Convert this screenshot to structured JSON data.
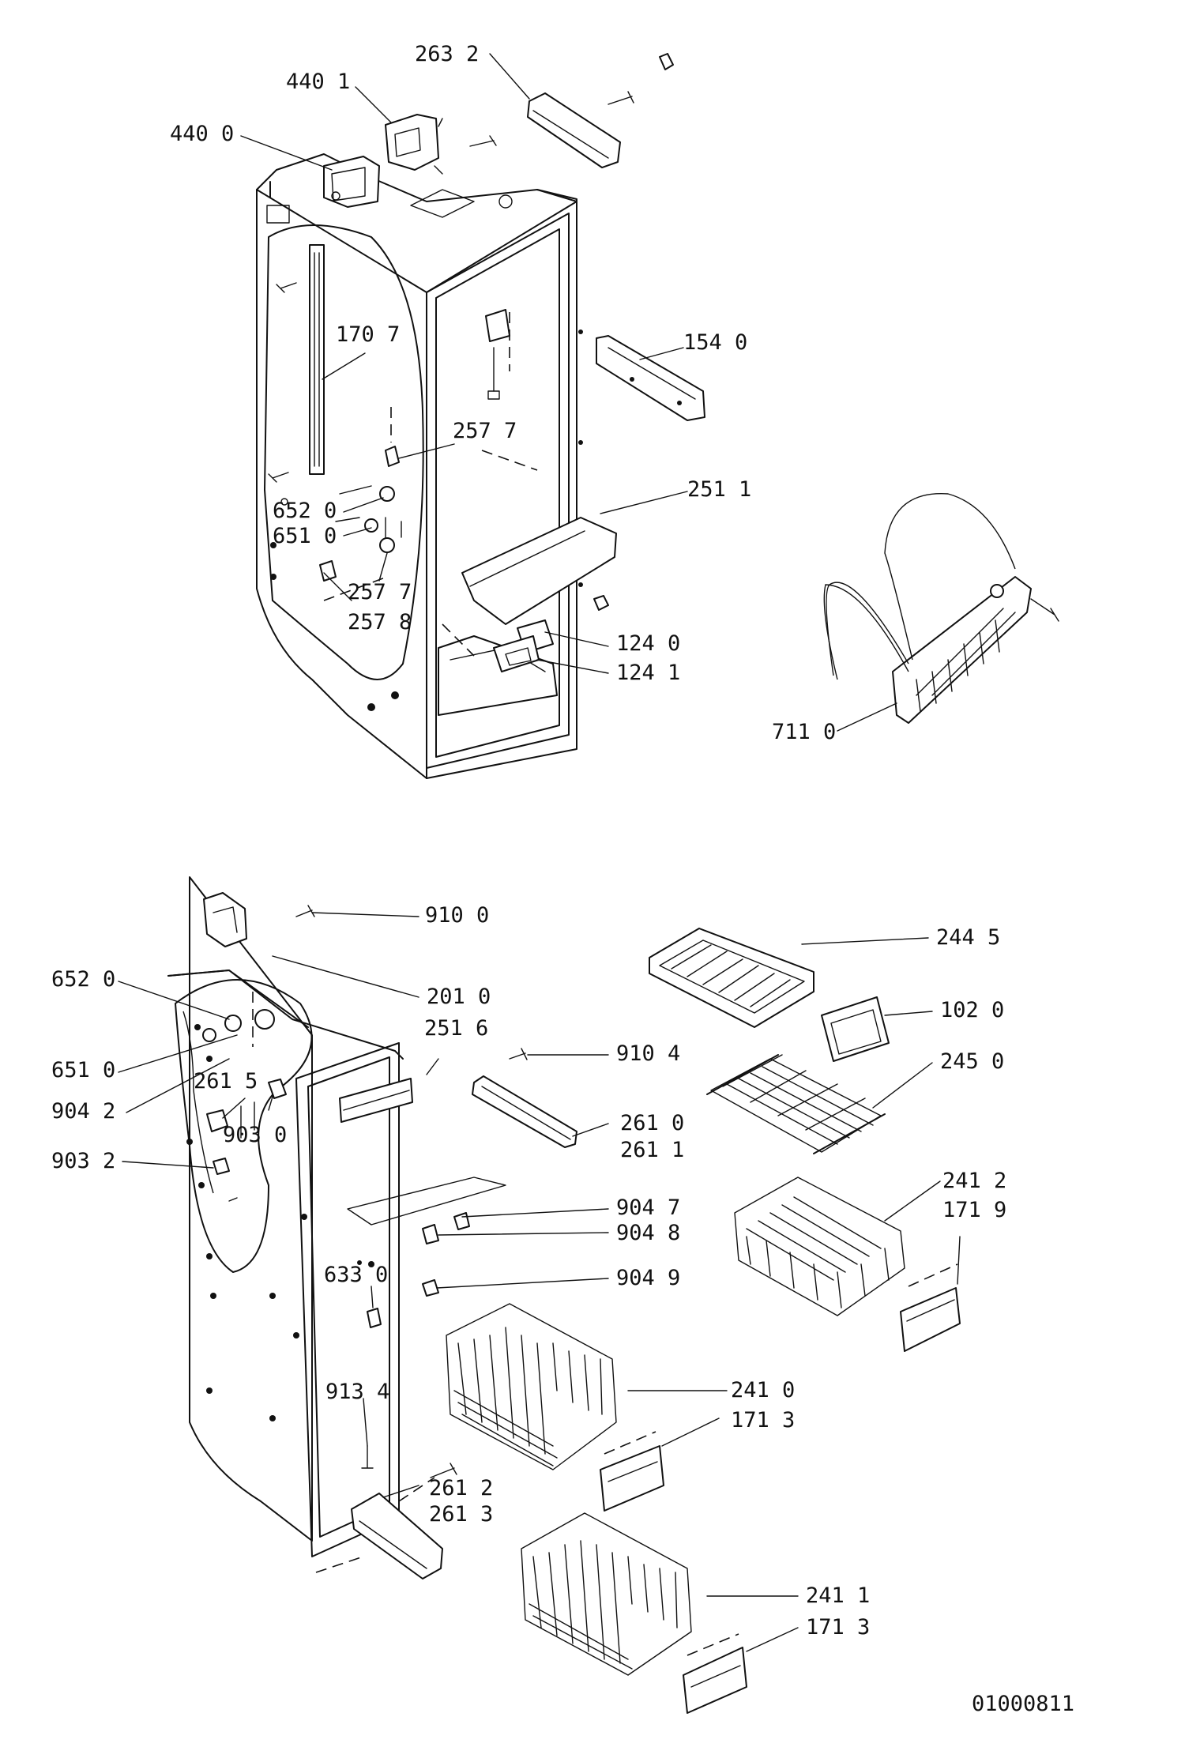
{
  "drawing_number": "01000811",
  "callouts": [
    {
      "id": "263-2",
      "label": "263  2"
    },
    {
      "id": "440-1",
      "label": "440  1"
    },
    {
      "id": "440-0",
      "label": "440  0"
    },
    {
      "id": "170-7",
      "label": "170  7"
    },
    {
      "id": "154-0",
      "label": "154  0"
    },
    {
      "id": "257-7-a",
      "label": "257 7"
    },
    {
      "id": "251-1",
      "label": "251  1"
    },
    {
      "id": "652-0-a",
      "label": "652  0"
    },
    {
      "id": "651-0-a",
      "label": "651  0"
    },
    {
      "id": "257-7-b",
      "label": "257  7"
    },
    {
      "id": "257-8",
      "label": "257  8"
    },
    {
      "id": "124-0",
      "label": "124  0"
    },
    {
      "id": "124-1",
      "label": "124  1"
    },
    {
      "id": "711-0",
      "label": "711  0"
    },
    {
      "id": "910-0",
      "label": "910  0"
    },
    {
      "id": "244-5",
      "label": "244  5"
    },
    {
      "id": "652-0-b",
      "label": "652  0"
    },
    {
      "id": "201-0",
      "label": "201  0"
    },
    {
      "id": "102-0",
      "label": "102  0"
    },
    {
      "id": "251-6",
      "label": "251  6"
    },
    {
      "id": "651-0-b",
      "label": "651  0"
    },
    {
      "id": "910-4",
      "label": "910  4"
    },
    {
      "id": "245-0",
      "label": "245  0"
    },
    {
      "id": "261-5",
      "label": "261  5"
    },
    {
      "id": "904-2",
      "label": "904  2"
    },
    {
      "id": "903-0",
      "label": "903  0"
    },
    {
      "id": "261-0",
      "label": "261  0"
    },
    {
      "id": "261-1",
      "label": "261  1"
    },
    {
      "id": "903-2",
      "label": "903  2"
    },
    {
      "id": "241-2",
      "label": "241  2"
    },
    {
      "id": "904-7",
      "label": "904  7"
    },
    {
      "id": "171-9",
      "label": "171  9"
    },
    {
      "id": "904-8",
      "label": "904  8"
    },
    {
      "id": "633-0",
      "label": "633  0"
    },
    {
      "id": "904-9",
      "label": "904  9"
    },
    {
      "id": "241-0",
      "label": "241  0"
    },
    {
      "id": "913-4",
      "label": "913  4"
    },
    {
      "id": "171-3-a",
      "label": "171  3"
    },
    {
      "id": "261-2",
      "label": "261  2"
    },
    {
      "id": "261-3",
      "label": "261  3"
    },
    {
      "id": "241-1",
      "label": "241  1"
    },
    {
      "id": "171-3-b",
      "label": "171  3"
    }
  ]
}
